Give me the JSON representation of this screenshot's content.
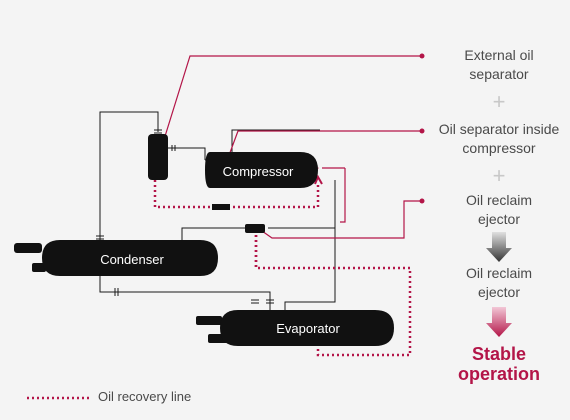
{
  "components": {
    "compressor": "Compressor",
    "condenser": "Condenser",
    "evaporator": "Evaporator"
  },
  "steps": [
    "External oil\nseparator",
    "+",
    "Oil separator inside\ncompressor",
    "+",
    "Oil reclaim\nejector",
    "Oil reclaim\nejector"
  ],
  "result": "Stable\noperation",
  "legend": {
    "label": "Oil recovery line"
  },
  "colors": {
    "accent": "#b31548",
    "pipe": "#1a1a1a",
    "tank": "#111111",
    "arrow_gray": "#4a4a4a"
  }
}
